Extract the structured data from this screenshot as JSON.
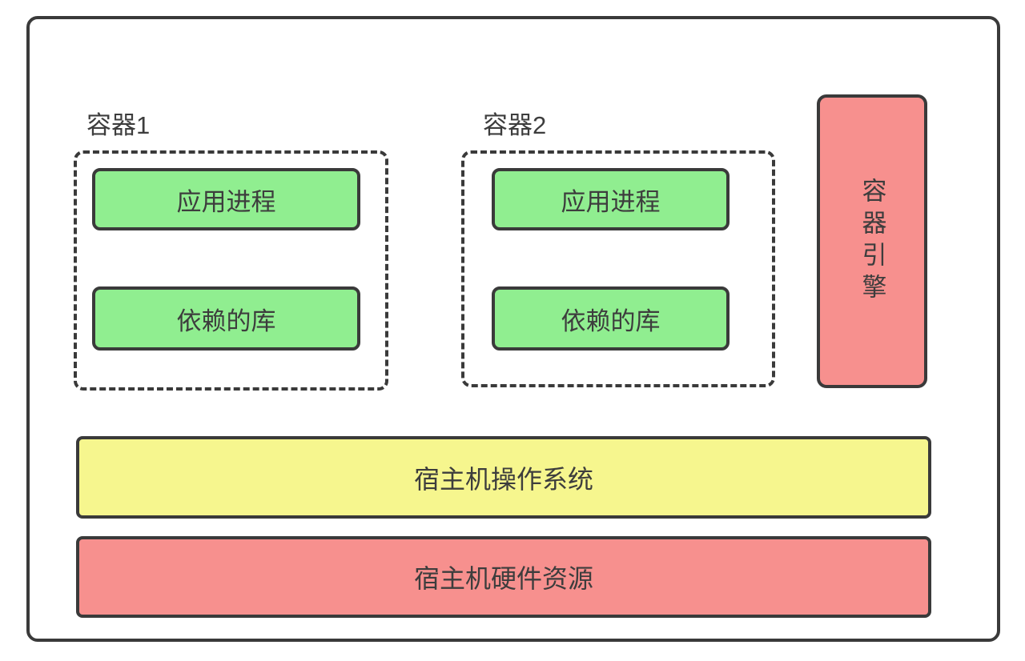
{
  "diagram": {
    "containers": [
      {
        "label": "容器1",
        "boxes": [
          "应用进程",
          "依赖的库"
        ]
      },
      {
        "label": "容器2",
        "boxes": [
          "应用进程",
          "依赖的库"
        ]
      }
    ],
    "engine": {
      "label": "容器引擎"
    },
    "host_os": {
      "label": "宿主机操作系统"
    },
    "host_hardware": {
      "label": "宿主机硬件资源"
    },
    "colors": {
      "green": "#90EE90",
      "pink": "#F7908E",
      "yellow": "#F6F68E",
      "border": "#3a3a3a"
    }
  }
}
